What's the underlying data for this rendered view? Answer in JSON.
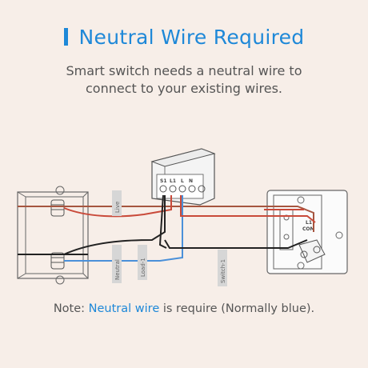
{
  "title": "Neutral Wire Required",
  "subtitle": [
    "Smart switch needs a neutral wire to",
    "connect to your existing wires."
  ],
  "note": {
    "prefix": "Note: ",
    "highlight": "Neutral wire",
    "suffix": " is require (Normally blue)."
  },
  "diagram": {
    "wire_labels": [
      "Live",
      "Neutral",
      "Load-1",
      "Switch-1"
    ],
    "terminal_labels": [
      "S1",
      "L1",
      "L",
      "N"
    ],
    "switch_labels": [
      "L1",
      "COM"
    ]
  },
  "colors": {
    "accent": "#1e88d8",
    "background": "#f7eee8",
    "live_wire": "#c94a3a",
    "neutral_wire": "#4a90d9",
    "load_wire": "#222222",
    "switch_wire": "#c94a3a"
  }
}
